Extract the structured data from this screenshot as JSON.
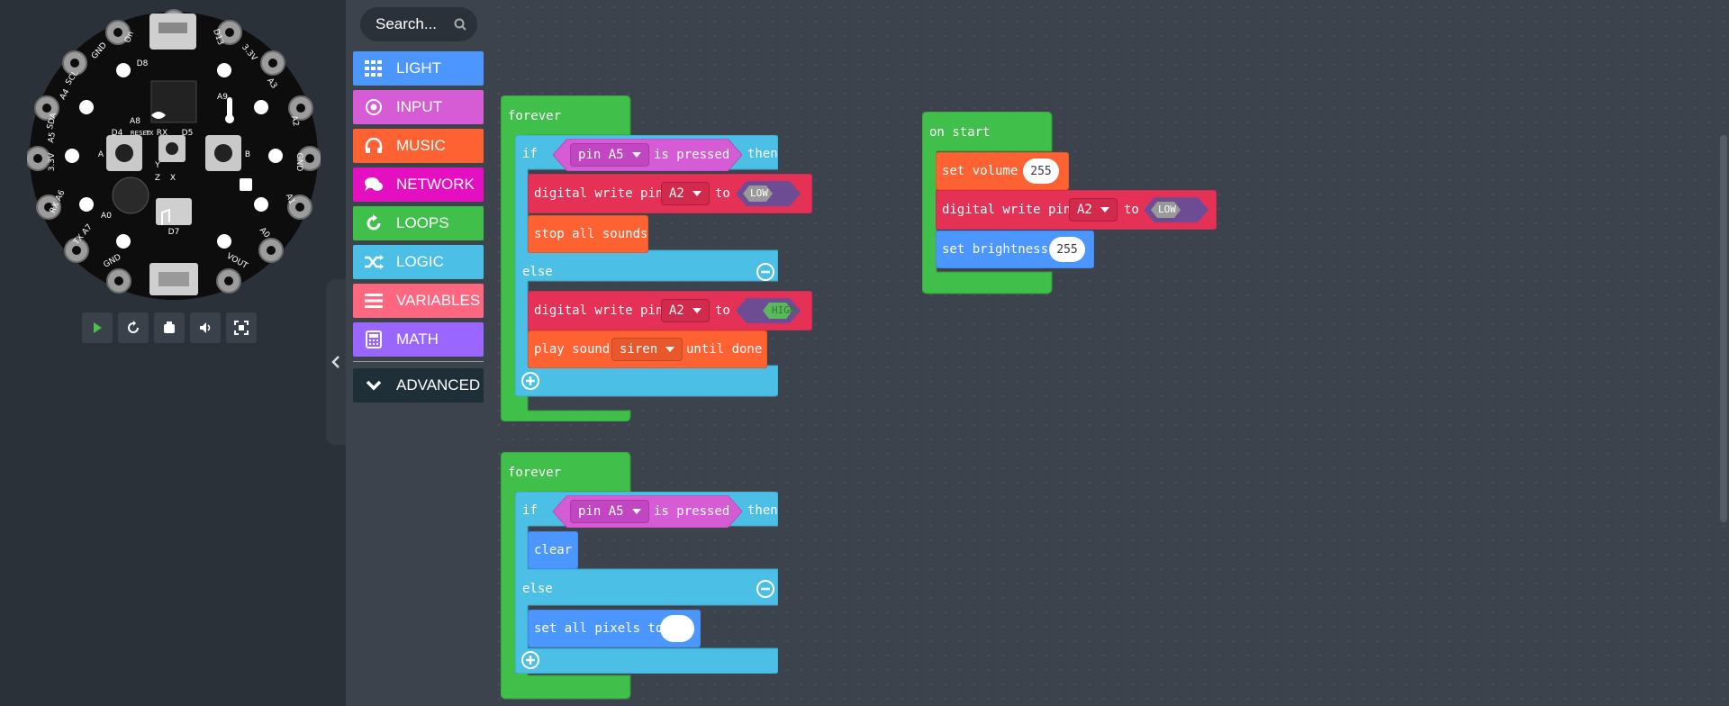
{
  "simulator": {
    "board_labels": {
      "on": "On",
      "d13": "D13",
      "d8": "D8",
      "gnd_top": "GND",
      "v33_top": "3.3V",
      "scl": "SCL",
      "a3": "A3",
      "sda": "SDA",
      "a2": "A2",
      "a4": "A4",
      "a9": "A9",
      "a8": "A8",
      "reset": "RESET",
      "d4": "D4",
      "tx": "TX",
      "rx": "RX",
      "d5": "D5",
      "a5": "A5",
      "a": "A",
      "b": "B",
      "gnd_right": "GND",
      "v33_left": "3.3V",
      "rx_a6": "RX A6",
      "a1": "A1",
      "tx_a7": "TX A7",
      "a0": "A0",
      "d7": "D7",
      "gnd_bottom": "GND",
      "vout": "VOUT",
      "x": "X",
      "y": "Y",
      "z": "Z"
    },
    "controls": [
      "play-icon",
      "restart-icon",
      "slowmo-icon",
      "volume-icon",
      "fullscreen-icon"
    ]
  },
  "toolbox": {
    "search_placeholder": "Search...",
    "categories": [
      {
        "label": "LIGHT",
        "color": "#4c97ff",
        "icon": "grid-icon"
      },
      {
        "label": "INPUT",
        "color": "#d65cd6",
        "icon": "target-icon"
      },
      {
        "label": "MUSIC",
        "color": "#fe6232",
        "icon": "headphones-icon"
      },
      {
        "label": "NETWORK",
        "color": "#e30fc0",
        "icon": "chat-icon"
      },
      {
        "label": "LOOPS",
        "color": "#40bf4a",
        "icon": "loop-icon"
      },
      {
        "label": "LOGIC",
        "color": "#4cbfe6",
        "icon": "shuffle-icon"
      },
      {
        "label": "VARIABLES",
        "color": "#ff6680",
        "icon": "list-icon"
      },
      {
        "label": "MATH",
        "color": "#9966ff",
        "icon": "calculator-icon"
      },
      {
        "label": "ADVANCED",
        "color": "#1e2f38",
        "icon": "chevron-down-icon"
      }
    ]
  },
  "workspace": {
    "forever1": {
      "hat": "forever",
      "if_kw": "if",
      "cond_pin": "pin A5",
      "cond_text": "is pressed",
      "then_kw": "then",
      "dw1_label": "digital write pin",
      "dw1_pin": "A2",
      "dw1_to": "to",
      "dw1_value": "LOW",
      "stop_label": "stop all sounds",
      "else_kw": "else",
      "dw2_label": "digital write pin",
      "dw2_pin": "A2",
      "dw2_to": "to",
      "dw2_value": "HIGH",
      "play_label": "play sound",
      "play_sound": "siren",
      "play_until": "until done"
    },
    "onstart": {
      "hat": "on start",
      "vol_label": "set volume",
      "vol_value": "255",
      "dw_label": "digital write pin",
      "dw_pin": "A2",
      "dw_to": "to",
      "dw_value": "LOW",
      "bright_label": "set brightness",
      "bright_value": "255"
    },
    "forever2": {
      "hat": "forever",
      "if_kw": "if",
      "cond_pin": "pin A5",
      "cond_text": "is pressed",
      "then_kw": "then",
      "clear_label": "clear",
      "else_kw": "else",
      "pixels_label": "set all pixels to",
      "pixels_color": "#ffffff"
    },
    "colors": {
      "loops": "#40bf4a",
      "logic": "#4cbfe6",
      "pins": "#e63156",
      "music": "#fe6232",
      "input": "#d65cd6",
      "light": "#4c97ff",
      "low_bool": "#6d4c93"
    }
  }
}
